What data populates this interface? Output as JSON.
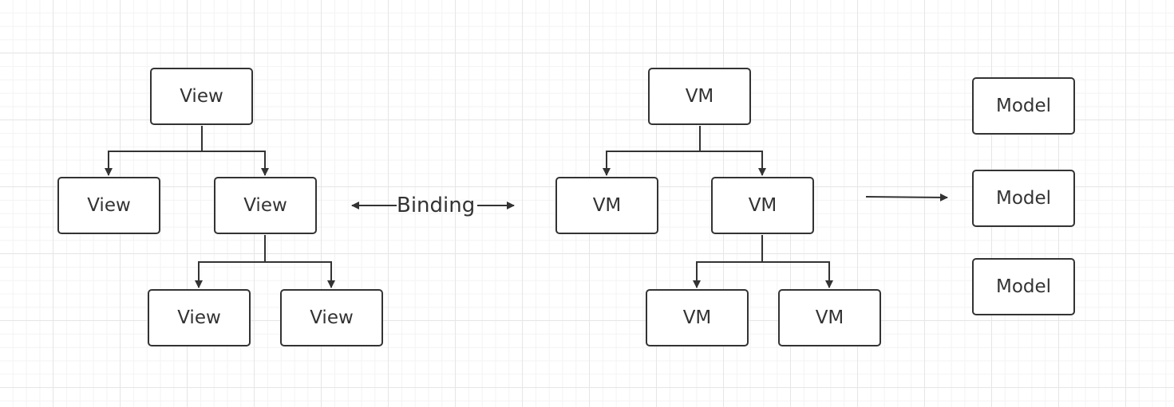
{
  "view_tree": {
    "root": "View",
    "child_left": "View",
    "child_right": "View",
    "grandchild_left": "View",
    "grandchild_right": "View"
  },
  "binding": {
    "label": "Binding"
  },
  "vm_tree": {
    "root": "VM",
    "child_left": "VM",
    "child_right": "VM",
    "grandchild_left": "VM",
    "grandchild_right": "VM"
  },
  "models": [
    "Model",
    "Model",
    "Model"
  ],
  "colors": {
    "stroke": "#333333",
    "grid_major": "#e6e6e6",
    "grid_minor": "#f3f3f3",
    "background": "#ffffff"
  }
}
